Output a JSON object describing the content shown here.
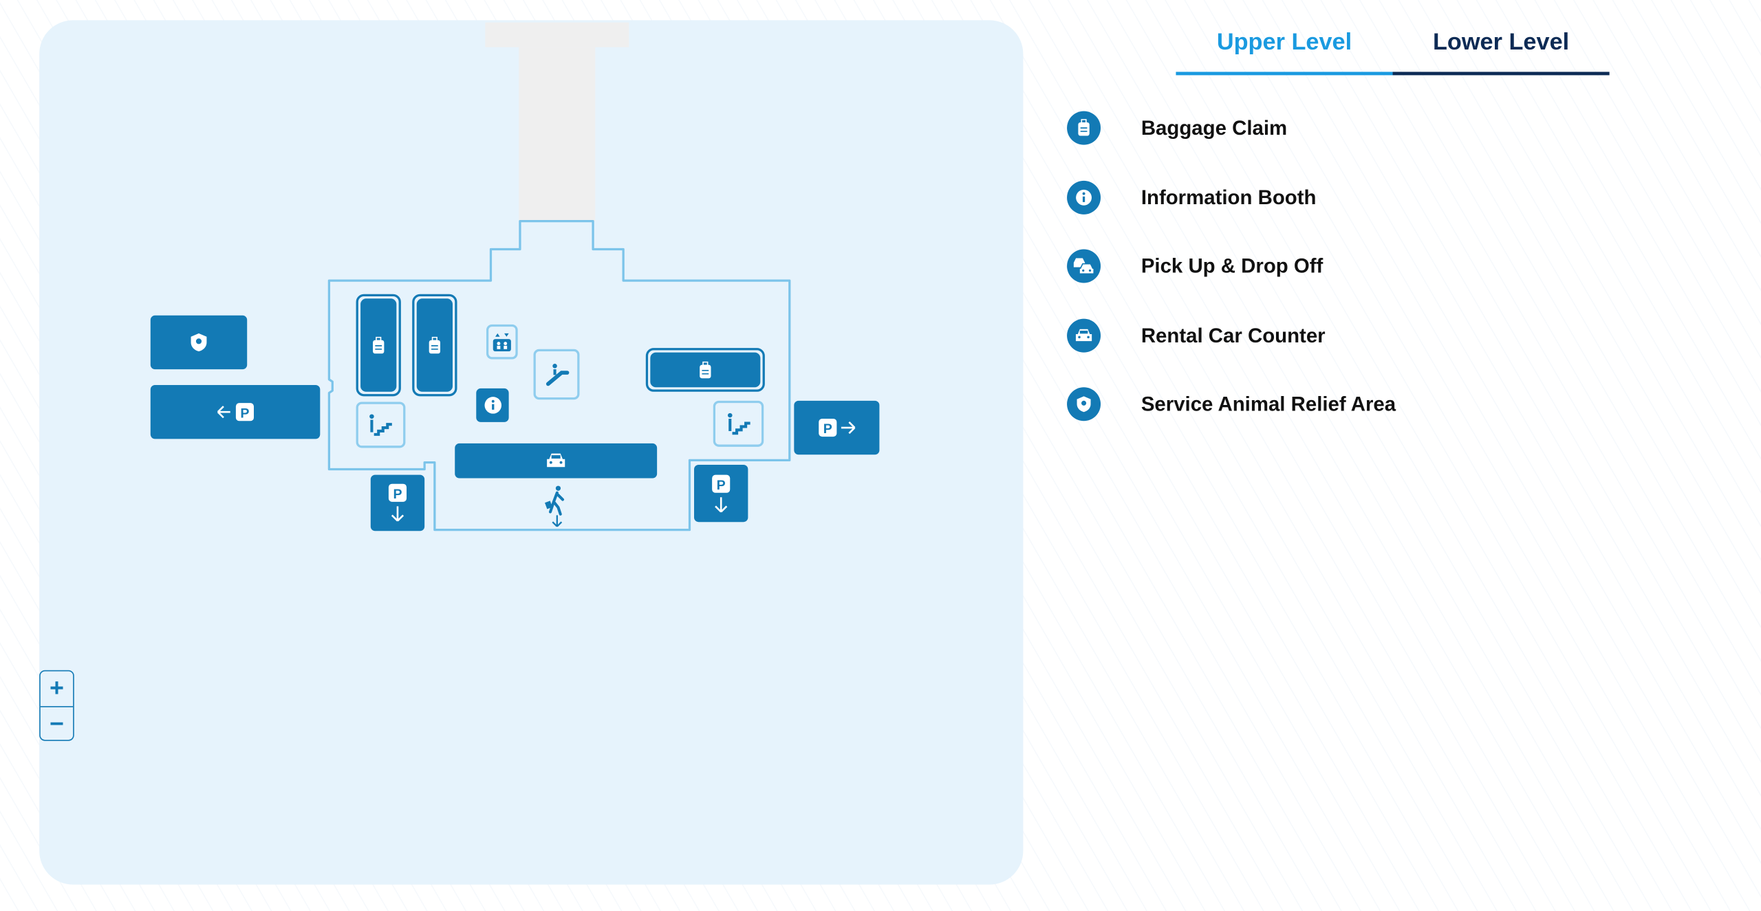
{
  "tabs": [
    {
      "label": "Upper Level",
      "active": true
    },
    {
      "label": "Lower Level",
      "active": false
    }
  ],
  "legend": [
    {
      "icon": "baggage-icon",
      "label": "Baggage Claim"
    },
    {
      "icon": "info-icon",
      "label": "Information Booth"
    },
    {
      "icon": "pickup-dropoff-icon",
      "label": "Pick Up & Drop Off"
    },
    {
      "icon": "car-icon",
      "label": "Rental Car Counter"
    },
    {
      "icon": "service-animal-icon",
      "label": "Service Animal Relief Area"
    }
  ],
  "zoom": {
    "in": "+",
    "out": "−"
  },
  "colors": {
    "accent": "#1a9ae0",
    "navy": "#0d2b55",
    "icon": "#137ab5",
    "map_bg": "#e6f3fc"
  }
}
